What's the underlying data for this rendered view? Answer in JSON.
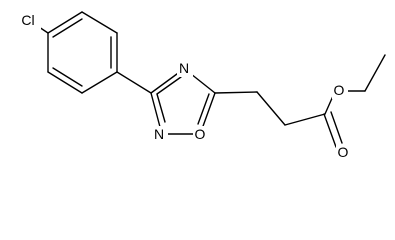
{
  "structure": {
    "atoms": {
      "chlorine": "Cl",
      "ring_nitrogen_top": "N",
      "ring_nitrogen_bottom": "N",
      "ring_oxygen": "O",
      "ester_oxygen_single": "O",
      "ester_oxygen_carbonyl": "O"
    },
    "colors": {
      "bond": "#000000",
      "label": "#000000",
      "background": "#ffffff"
    }
  }
}
